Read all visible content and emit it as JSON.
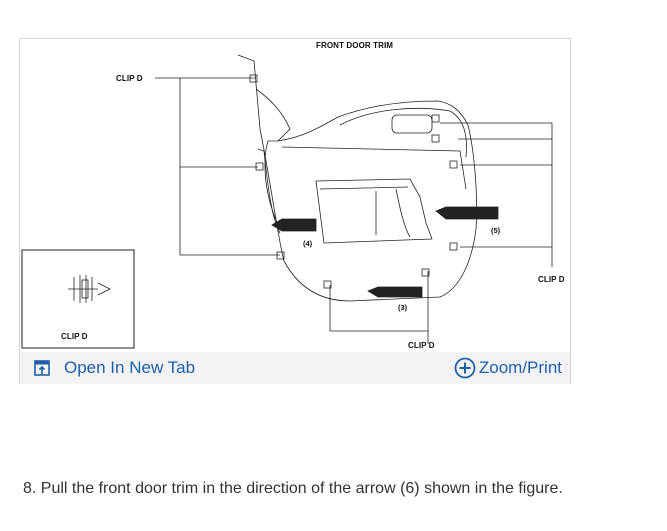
{
  "figure": {
    "title": "FRONT DOOR TRIM",
    "labels": {
      "clip_top_left": "CLIP D",
      "clip_inset": "CLIP D",
      "clip_right": "CLIP D",
      "clip_bottom": "CLIP D"
    },
    "numbers": {
      "n4": "(4)",
      "n5": "(5)",
      "n3": "(3)"
    }
  },
  "toolbar": {
    "open_label": "Open In New Tab",
    "zoom_label": "Zoom/Print",
    "open_icon": "open-in-new-tab-icon",
    "zoom_icon": "plus-circle-icon"
  },
  "instruction": {
    "text": "8. Pull the front door trim in the direction of the arrow (6) shown in the figure."
  },
  "colors": {
    "link": "#1f5fa9",
    "toolbar_bg": "#f3f3f5",
    "text": "#333333"
  }
}
